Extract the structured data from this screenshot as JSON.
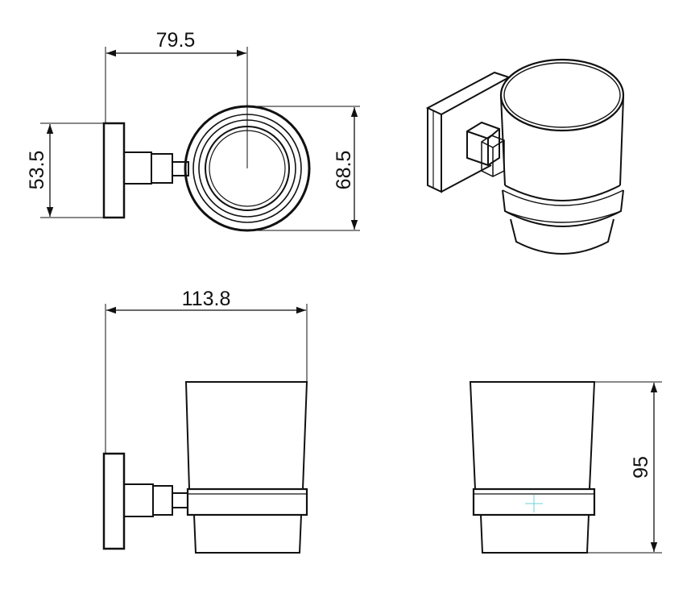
{
  "dimensions": {
    "top_width": "79.5",
    "bracket_height": "53.5",
    "cup_outer_diameter": "68.5",
    "overall_length": "113.8",
    "cup_height": "95"
  },
  "colors": {
    "line": "#111111",
    "background": "#ffffff",
    "center_mark": "#6fd0d8"
  }
}
